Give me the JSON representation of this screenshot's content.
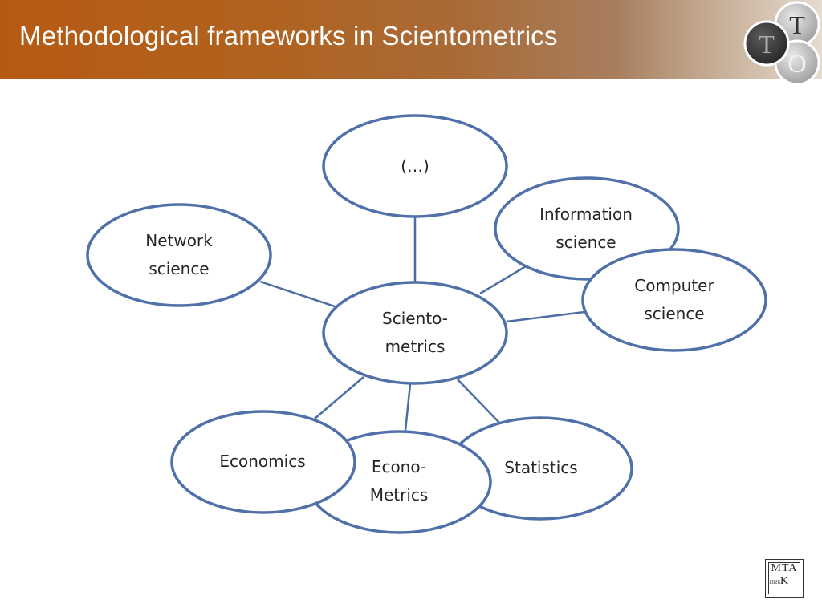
{
  "slide": {
    "title": "Methodological frameworks in Scientometrics"
  },
  "logo_tto": {
    "letters": [
      "T",
      "T",
      "O"
    ]
  },
  "logo_mtak": {
    "letters": "MTA",
    "letter_k": "K",
    "year": "1826"
  },
  "diagram": {
    "center": {
      "label": "Sciento-\nmetrics"
    },
    "nodes": [
      {
        "id": "ellipsis",
        "label": "(…)"
      },
      {
        "id": "information-science",
        "label": "Information\nscience"
      },
      {
        "id": "computer-science",
        "label": "Computer\nscience"
      },
      {
        "id": "network-science",
        "label": "Network\nscience"
      },
      {
        "id": "economics",
        "label": "Economics"
      },
      {
        "id": "econometrics",
        "label": "Econo-\nMetrics"
      },
      {
        "id": "statistics",
        "label": "Statistics"
      }
    ],
    "colors": {
      "stroke": "#4f70a8",
      "fill": "#ffffff",
      "text": "#262626"
    }
  }
}
